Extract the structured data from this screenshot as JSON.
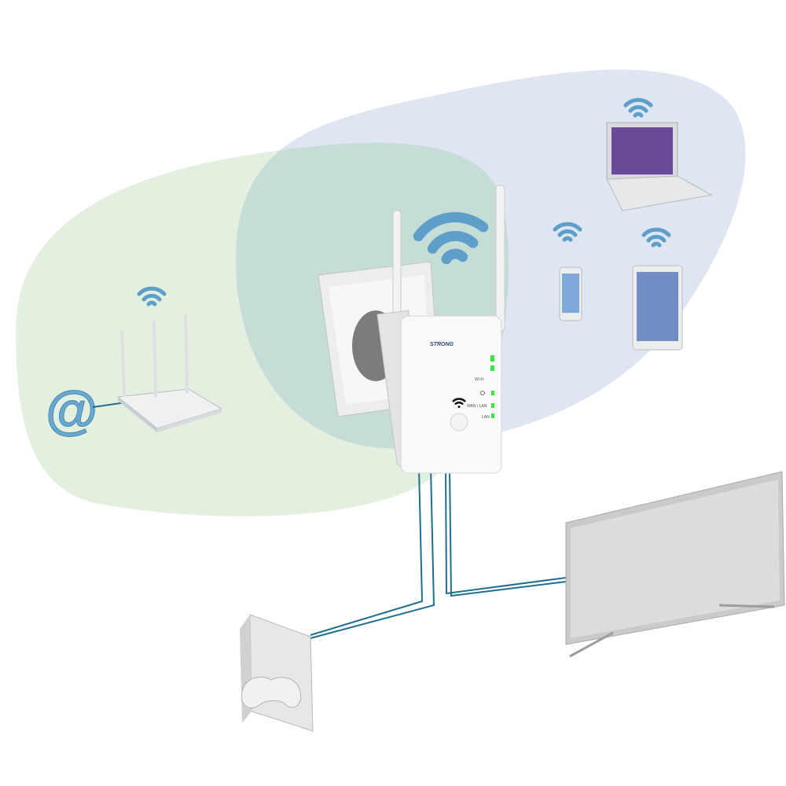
{
  "extender": {
    "brand_logo": "STRONG",
    "led_labels": [
      "Wi-Fi",
      "WAN / LAN",
      "LAN"
    ],
    "led_color": "#39e639"
  },
  "colors": {
    "router_zone": "#e3f0df",
    "extender_zone": "#dfe5f2",
    "overlap_zone": "#c6dcd6",
    "wifi_waves": "#5d9fc9",
    "cable": "#1f6f8e"
  },
  "icons": [
    "at-sign-icon",
    "router-icon",
    "wifi-icon",
    "wall-socket-icon",
    "wifi-extender-icon",
    "laptop-icon",
    "smartphone-icon",
    "tablet-icon",
    "tv-icon",
    "game-console-icon"
  ]
}
